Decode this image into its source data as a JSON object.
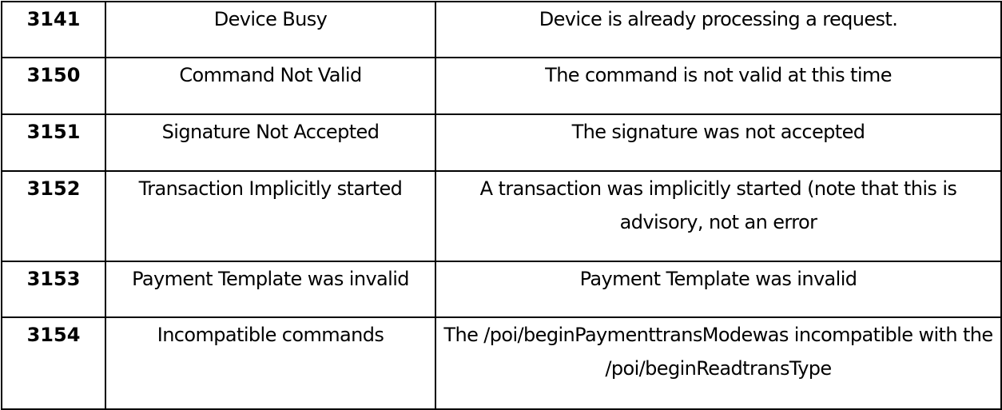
{
  "table": {
    "rows": [
      {
        "code": "3141",
        "name": "Device Busy",
        "description": "Device is already processing a request.",
        "height": 70
      },
      {
        "code": "3150",
        "name": "Command Not Valid",
        "description": "The command is not valid at this time",
        "height": 71
      },
      {
        "code": "3151",
        "name": "Signature Not Accepted",
        "description": "The signature was not accepted",
        "height": 71
      },
      {
        "code": "3152",
        "name": "Transaction Implicitly started",
        "description": "A transaction was implicitly started (note that this is advisory, not an error",
        "height": 113
      },
      {
        "code": "3153",
        "name": "Payment Template was invalid",
        "description": "Payment Template was invalid",
        "height": 70
      },
      {
        "code": "3154",
        "name": "Incompatible commands",
        "description": "The /poi/beginPaymenttransModewas incompatible with the /poi/beginReadtransType",
        "height": 115
      }
    ]
  }
}
